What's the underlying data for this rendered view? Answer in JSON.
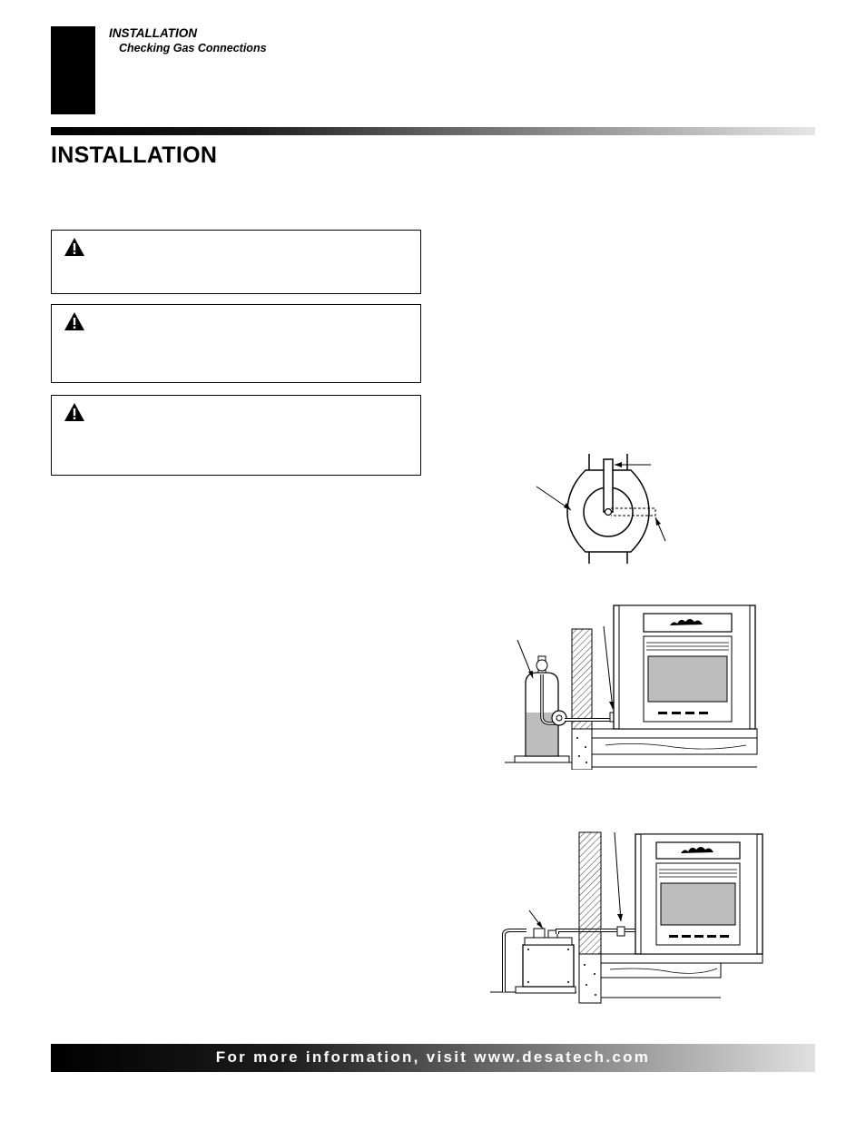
{
  "header": {
    "section": "INSTALLATION",
    "subsection": "Checking Gas Connections"
  },
  "page_title": "INSTALLATION",
  "warnings": [
    {
      "icon": "warning-triangle-icon"
    },
    {
      "icon": "warning-triangle-icon"
    },
    {
      "icon": "warning-triangle-icon"
    }
  ],
  "figures": [
    {
      "name": "valve-diagram"
    },
    {
      "name": "lp-tank-connection-diagram"
    },
    {
      "name": "natural-gas-meter-connection-diagram"
    }
  ],
  "footer": {
    "text": "For more information, visit www.desatech.com"
  }
}
